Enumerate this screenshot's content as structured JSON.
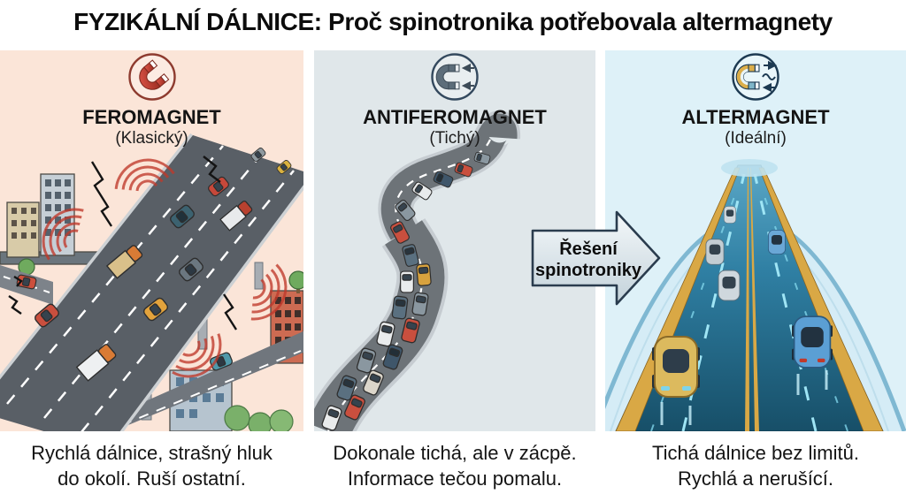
{
  "title": "FYZIKÁLNÍ DÁLNICE: Proč spinotronika potřebovala altermagnety",
  "arrow": {
    "line1": "Řešení",
    "line2": "spinotroniky"
  },
  "panels": [
    {
      "name": "FEROMAGNET",
      "subtitle": "(Klasický)",
      "icon": "magnet-classic-icon",
      "caption": [
        "Rychlá dálnice, strašný hluk",
        "do okolí. Ruší ostatní."
      ],
      "colors": {
        "bg": "#fbe5d8",
        "accent": "#a93226",
        "noise": "#c0392b"
      }
    },
    {
      "name": "ANTIFEROMAGNET",
      "subtitle": "(Tichý)",
      "icon": "magnet-antiparallel-icon",
      "caption": [
        "Dokonale tichá, ale v zácpě.",
        "Informace tečou pomalu."
      ],
      "colors": {
        "bg": "#e0e7ea",
        "accent": "#46586a"
      }
    },
    {
      "name": "ALTERMAGNET",
      "subtitle": "(Ideální)",
      "icon": "magnet-alternating-icon",
      "caption": [
        "Tichá dálnice bez limitů.",
        "Rychlá a nerušící."
      ],
      "colors": {
        "bg": "#def1f8",
        "accent": "#1d3a52",
        "road": "#1b5872",
        "gold": "#d9a845"
      }
    }
  ]
}
